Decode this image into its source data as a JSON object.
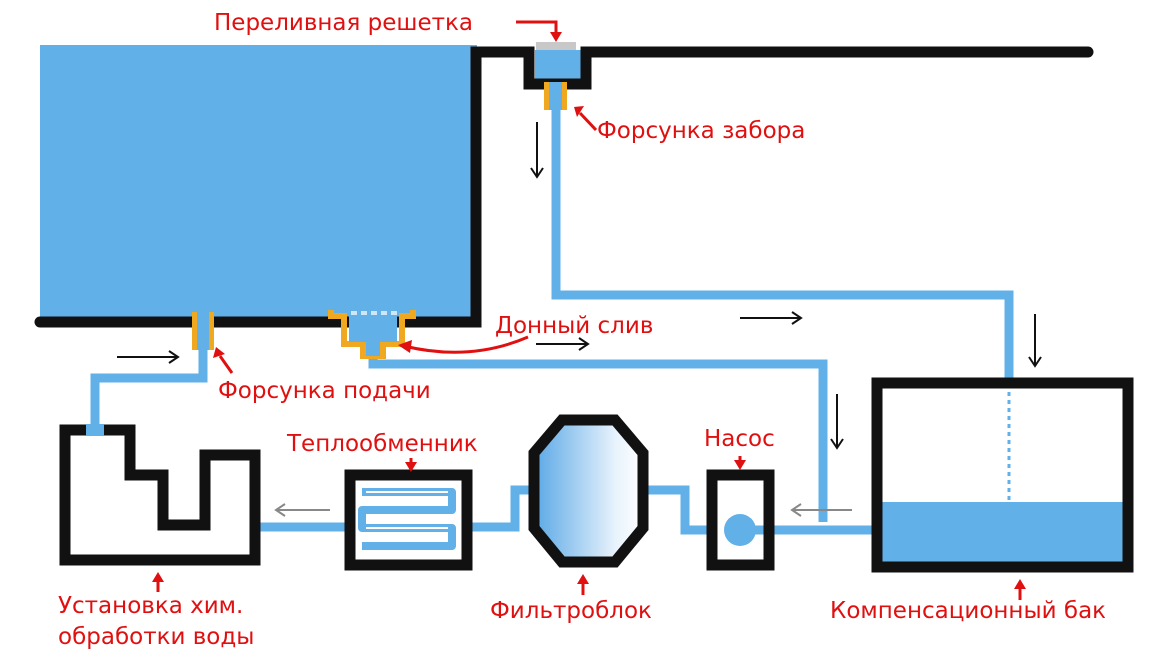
{
  "labels": {
    "overflow_grate": "Переливная решетка",
    "intake_nozzle": "Форсунка забора",
    "bottom_drain": "Донный слив",
    "supply_nozzle": "Форсунка подачи",
    "heat_exchanger": "Теплообменник",
    "pump": "Насос",
    "chem_unit_line1": "Установка хим.",
    "chem_unit_line2": "обработки воды",
    "filter_unit": "Фильтроблок",
    "balance_tank": "Компенсационный бак"
  },
  "colors": {
    "water": "#62b0e8",
    "outline": "#111111",
    "label": "#e01010",
    "nozzle": "#f0a820",
    "arrow": "#111111"
  }
}
